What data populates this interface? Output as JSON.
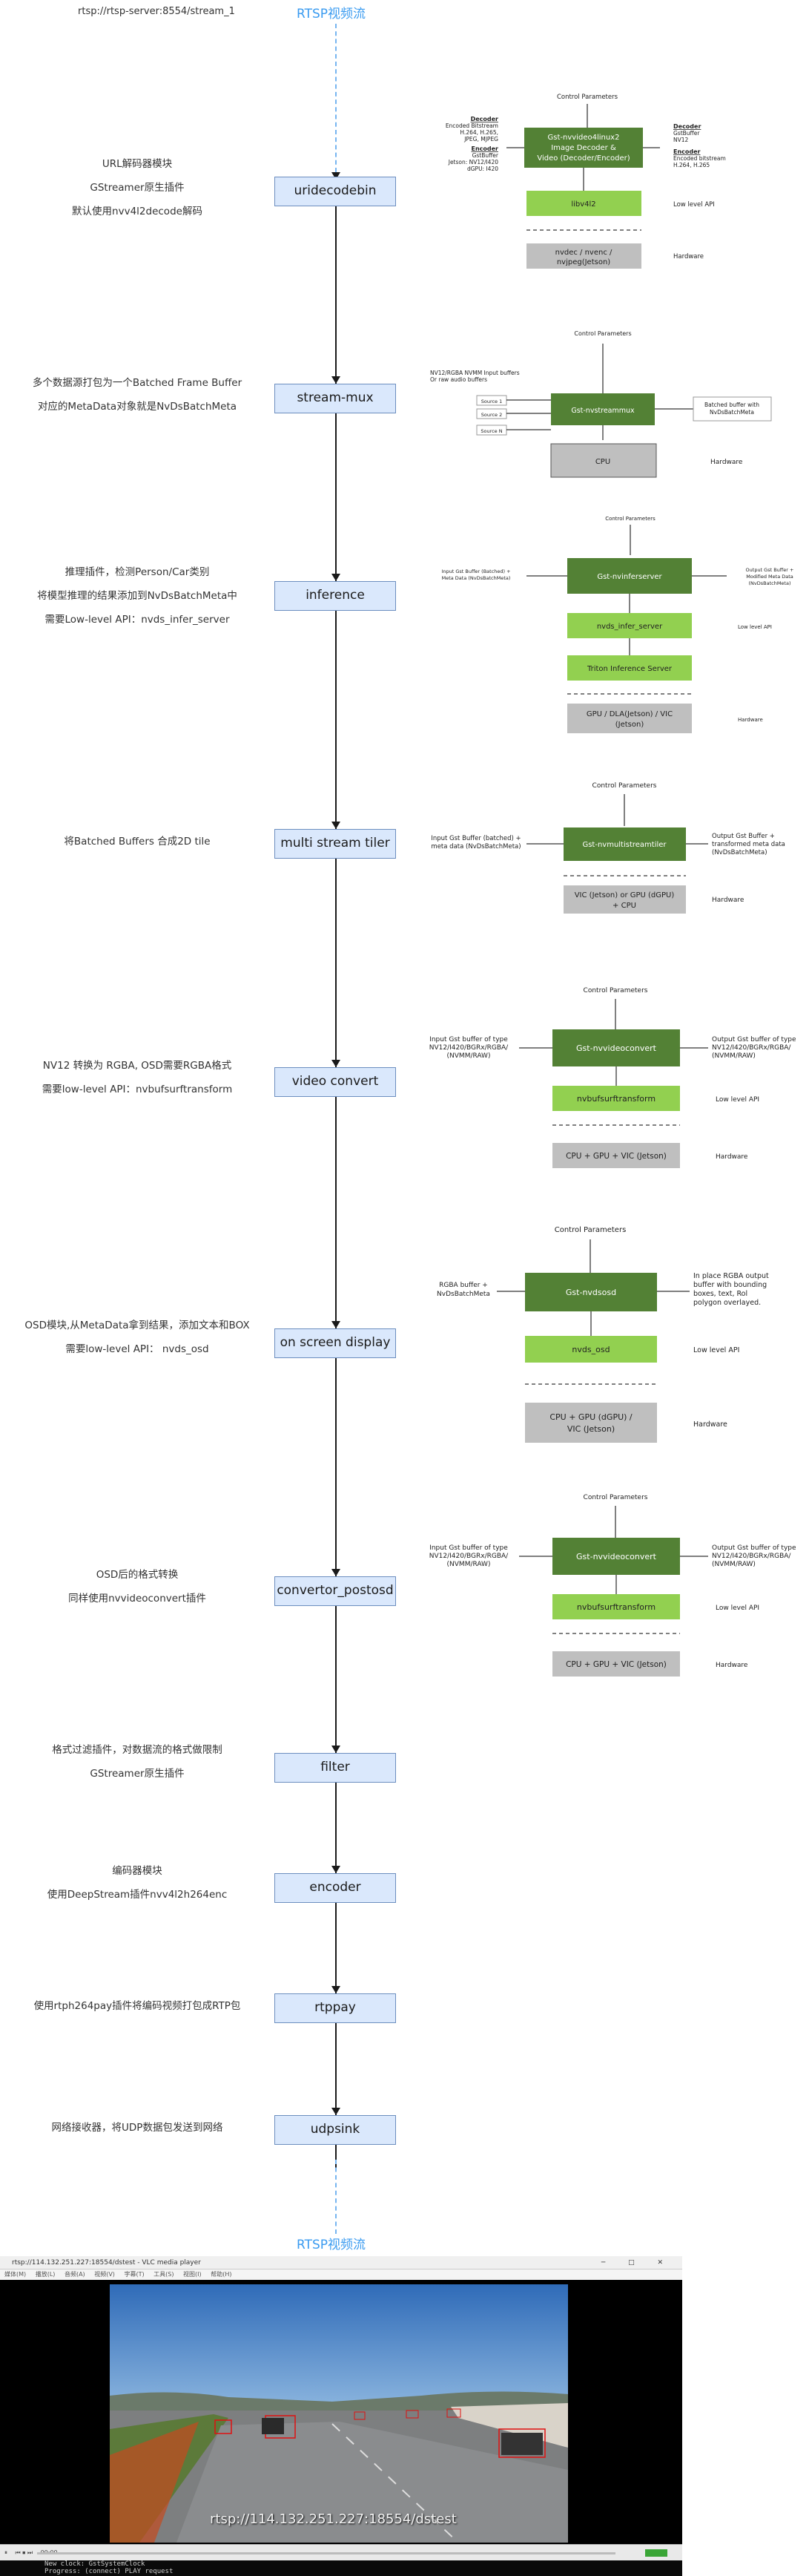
{
  "source_label": "rtsp://rtsp-server:8554/stream_1",
  "top_marker": "RTSP视频流",
  "bottom_marker": "RTSP视频流",
  "pipeline": [
    {
      "label": "uridecodebin",
      "desc": [
        "URL解码器模块",
        "GStreamer原生插件",
        "默认使用nvv4l2decode解码"
      ]
    },
    {
      "label": "stream-mux",
      "desc": [
        "多个数据源打包为一个Batched Frame Buffer",
        "对应的MetaData对象就是NvDsBatchMeta"
      ]
    },
    {
      "label": "inference",
      "desc": [
        "推理插件，检测Person/Car类别",
        "将模型推理的结果添加到NvDsBatchMeta中",
        "需要Low-level API：nvds_infer_server"
      ]
    },
    {
      "label": "multi stream tiler",
      "desc": [
        "将Batched Buffers 合成2D tile"
      ]
    },
    {
      "label": "video convert",
      "desc": [
        "NV12 转换为 RGBA, OSD需要RGBA格式",
        "需要low-level API：nvbufsurftransform"
      ]
    },
    {
      "label": "on screen display",
      "desc": [
        "OSD模块,从MetaData拿到结果，添加文本和BOX",
        "需要low-level API：  nvds_osd"
      ]
    },
    {
      "label": "convertor_postosd",
      "desc": [
        "OSD后的格式转换",
        "同样使用nvvideoconvert插件"
      ]
    },
    {
      "label": "filter",
      "desc": [
        "格式过滤插件，对数据流的格式做限制",
        "GStreamer原生插件"
      ]
    },
    {
      "label": "encoder",
      "desc": [
        "编码器模块",
        "使用DeepStream插件nvv4l2h264enc"
      ]
    },
    {
      "label": "rtppay",
      "desc": [
        "使用rtph264pay插件将编码视频打包成RTP包"
      ]
    },
    {
      "label": "udpsink",
      "desc": [
        "网络接收器，将UDP数据包发送到网络"
      ]
    }
  ],
  "panels": {
    "decoder": {
      "control": "Control Parameters",
      "plugin": [
        "Gst-nvvideo4linux2",
        "Image Decoder &",
        "Video (Decoder/Encoder)"
      ],
      "lowlevel": "libv4l2",
      "hw": [
        "nvdec / nvenc /",
        "nvjpeg(Jetson)"
      ],
      "left_title1": "Decoder",
      "left_text1": [
        "Encoded Bitstream",
        "H.264, H.265,",
        "JPEG, MJPEG"
      ],
      "left_title2": "Encoder",
      "left_text2": [
        "GstBuffer",
        "Jetson: NV12/I420",
        "dGPU: I420"
      ],
      "right_title1": "Decoder",
      "right_text1": [
        "GstBuffer",
        "NV12"
      ],
      "right_title2": "Encoder",
      "right_text2": [
        "Encoded bitstream",
        "H.264, H.265"
      ],
      "low_label": "Low level API",
      "hw_label": "Hardware"
    },
    "mux": {
      "control": "Control Parameters",
      "inputs_note": [
        "NV12/RGBA NVMM Input buffers",
        "Or raw audio buffers"
      ],
      "sources": [
        "Source 1",
        "Source 2",
        "Source N"
      ],
      "plugin": "Gst-nvstreammux",
      "output": [
        "Batched buffer with",
        "NvDsBatchMeta"
      ],
      "hw": "CPU",
      "hw_label": "Hardware"
    },
    "infer": {
      "control": "Control Parameters",
      "input": [
        "Input Gst Buffer (Batched) +",
        "Meta Data (NvDsBatchMeta)"
      ],
      "plugin": "Gst-nvinferserver",
      "output": [
        "Output Gst Buffer +",
        "Modified Meta Data",
        "(NvDsBatchMeta)"
      ],
      "lowlevel": "nvds_infer_server",
      "triton": "Triton Inference Server",
      "hw": [
        "GPU / DLA(Jetson) / VIC",
        "(Jetson)"
      ],
      "low_label": "Low level API",
      "hw_label": "Hardware"
    },
    "tiler": {
      "control": "Control Parameters",
      "input": [
        "Input Gst Buffer (batched) +",
        "meta data (NvDsBatchMeta)"
      ],
      "plugin": "Gst-nvmultistreamtiler",
      "output": [
        "Output Gst Buffer +",
        "transformed meta data",
        "(NvDsBatchMeta)"
      ],
      "hw": [
        "VIC (Jetson) or GPU (dGPU)",
        "+ CPU"
      ],
      "hw_label": "Hardware"
    },
    "conv1": {
      "control": "Control Parameters",
      "input": [
        "Input Gst buffer of type",
        "NV12/I420/BGRx/RGBA/",
        "(NVMM/RAW)"
      ],
      "plugin": "Gst-nvvideoconvert",
      "output": [
        "Output Gst buffer of type",
        "NV12/I420/BGRx/RGBA/",
        "(NVMM/RAW)"
      ],
      "lowlevel": "nvbufsurftransform",
      "hw": "CPU + GPU + VIC (Jetson)",
      "low_label": "Low level API",
      "hw_label": "Hardware"
    },
    "osd": {
      "control": "Control Parameters",
      "input": [
        "RGBA buffer +",
        "NvDsBatchMeta"
      ],
      "plugin": "Gst-nvdsosd",
      "output": [
        "In place RGBA output",
        "buffer with bounding",
        "boxes, text, Rol",
        "polygon overlayed."
      ],
      "lowlevel": "nvds_osd",
      "hw": [
        "CPU + GPU (dGPU) /",
        "VIC (Jetson)"
      ],
      "low_label": "Low level API",
      "hw_label": "Hardware"
    },
    "conv2": {
      "control": "Control Parameters",
      "input": [
        "Input Gst buffer of type",
        "NV12/I420/BGRx/RGBA/",
        "(NVMM/RAW)"
      ],
      "plugin": "Gst-nvvideoconvert",
      "output": [
        "Output Gst buffer of type",
        "NV12/I420/BGRx/RGBA/",
        "(NVMM/RAW)"
      ],
      "lowlevel": "nvbufsurftransform",
      "hw": "CPU + GPU + VIC (Jetson)",
      "low_label": "Low level API",
      "hw_label": "Hardware"
    }
  },
  "player": {
    "title": "rtsp://114.132.251.227:18554/dstest - VLC media player",
    "menu": [
      "媒体(M)",
      "播放(L)",
      "音频(A)",
      "视频(V)",
      "字幕(T)",
      "工具(S)",
      "视图(I)",
      "帮助(H)"
    ],
    "overlay_url": "rtsp://114.132.251.227:18554/dstest",
    "time": "00:00",
    "terminal": [
      "New clock: GstSystemClock",
      "Progress: (connect) PLAY request"
    ]
  },
  "colors": {
    "node_fill": "#dae8fc",
    "node_border": "#6c8ebf",
    "plugin_green": "#538135",
    "lowlevel_green": "#92d050",
    "hw_gray": "#bfbfbf",
    "marker_blue": "#3a9bf0"
  }
}
